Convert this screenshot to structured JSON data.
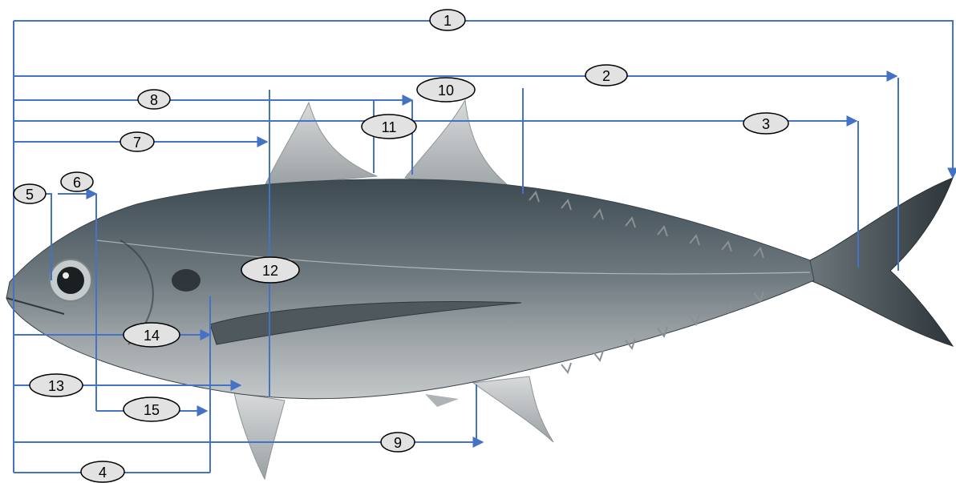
{
  "colors": {
    "measurement_line": "#4472c4",
    "label_fill": "#e2e2e2",
    "label_stroke": "#000000",
    "fish_body": "#6f7a80",
    "fish_back": "#3d4a52",
    "fish_belly": "#b9bec0",
    "fin": "#c9ccce"
  },
  "labels": [
    "1",
    "2",
    "3",
    "4",
    "5",
    "6",
    "7",
    "8",
    "9",
    "10",
    "11",
    "12",
    "13",
    "14",
    "15"
  ]
}
